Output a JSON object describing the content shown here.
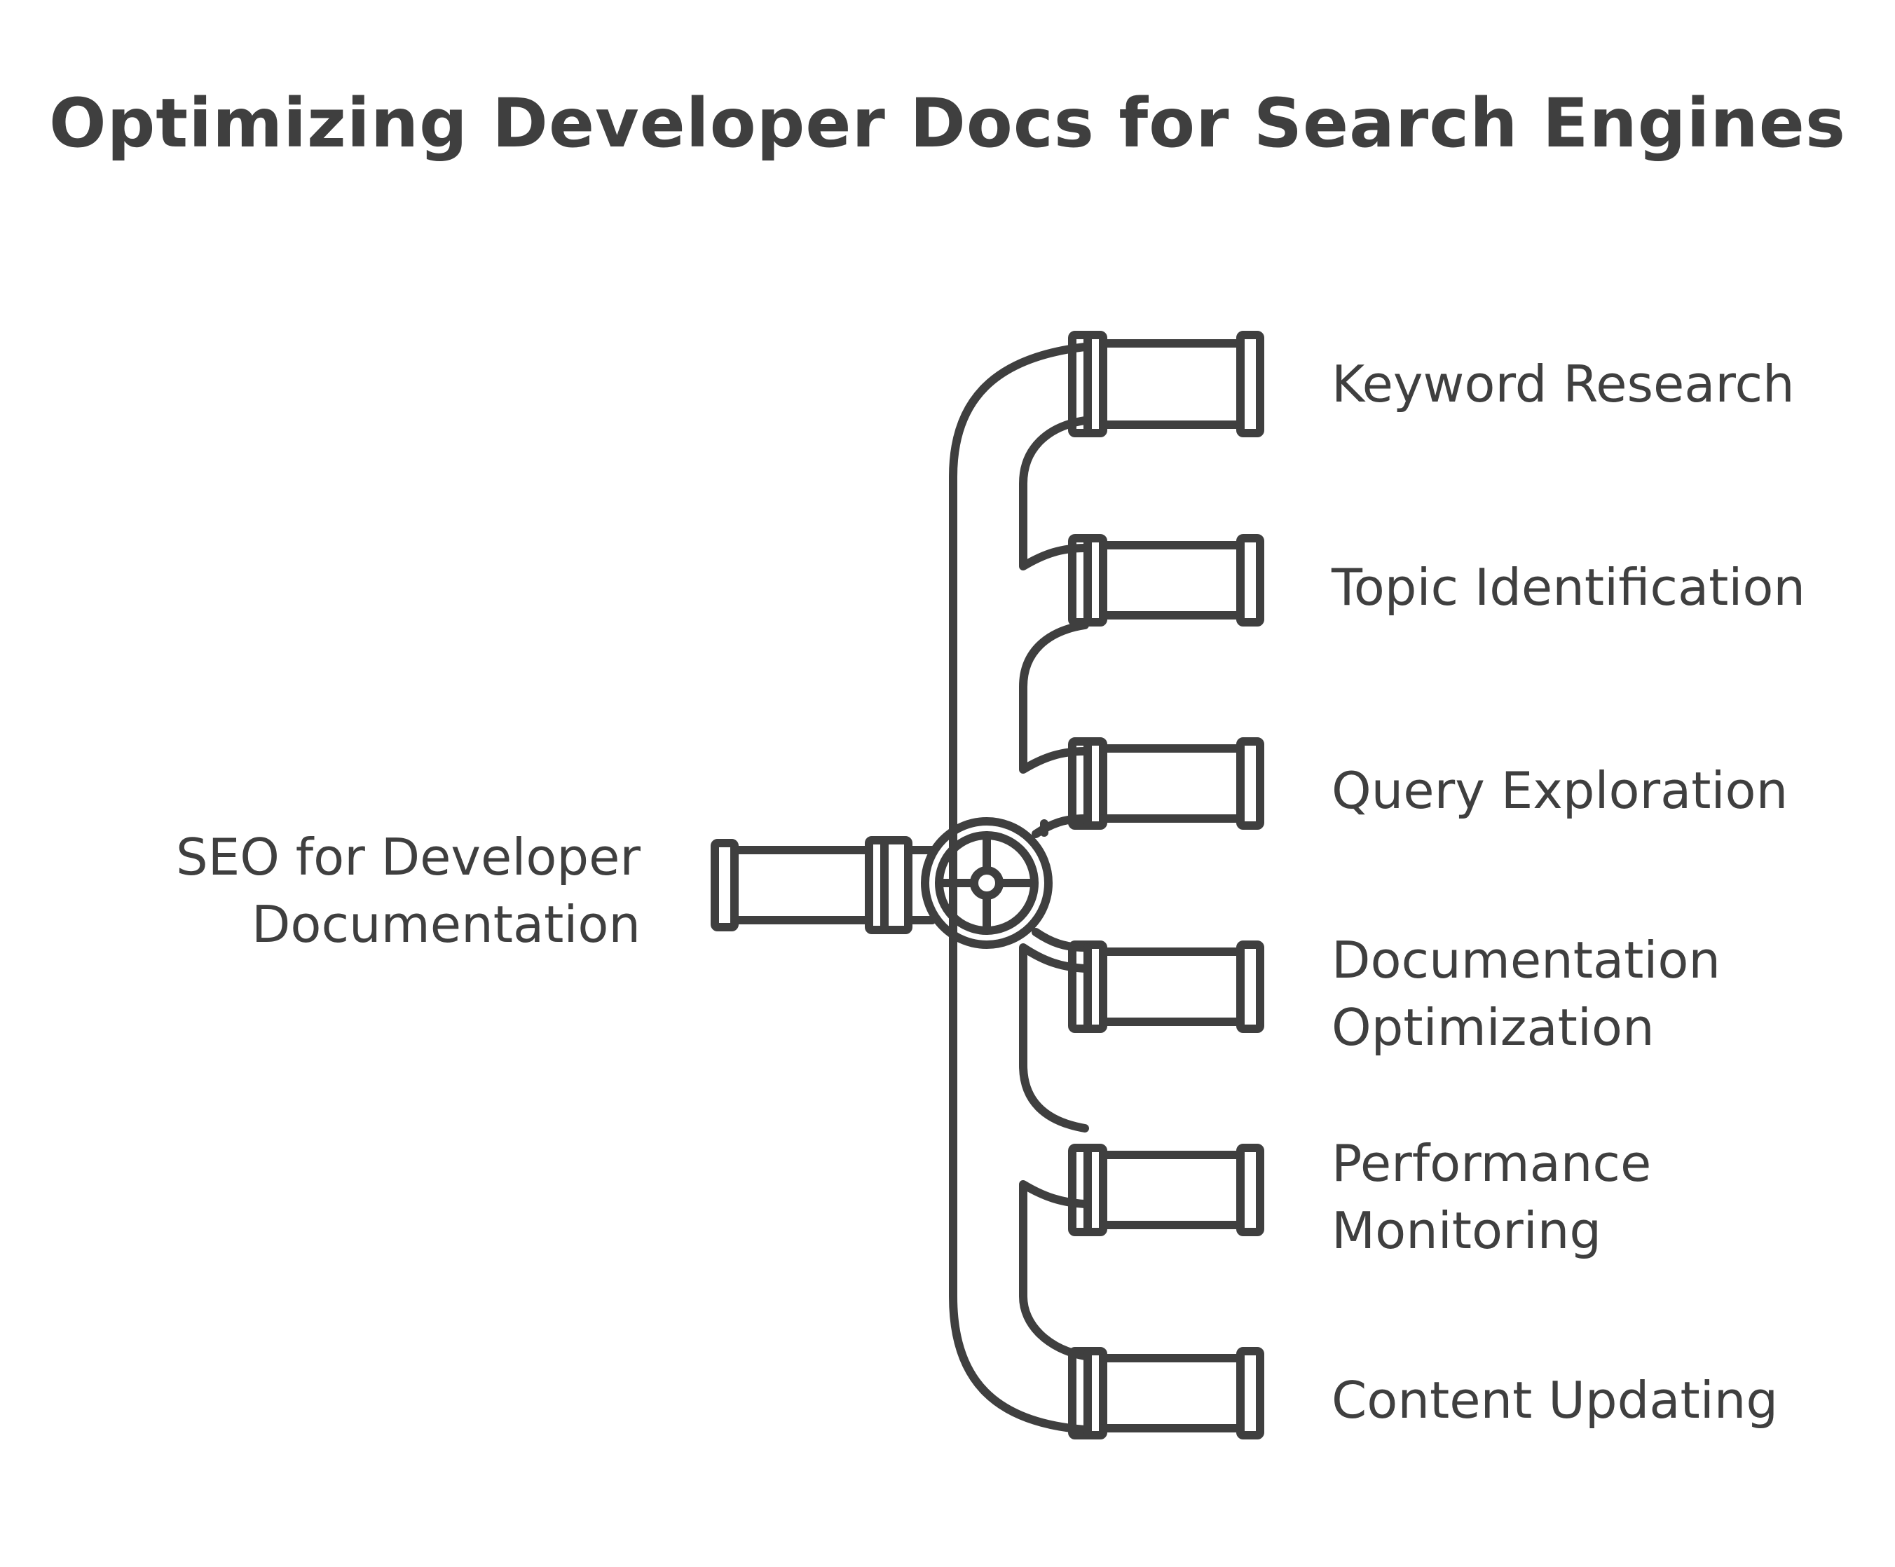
{
  "title": "Optimizing Developer Docs for Search Engines",
  "source": {
    "lines": [
      "SEO for Developer",
      "Documentation"
    ]
  },
  "branches": [
    {
      "lines": [
        "Keyword Research"
      ]
    },
    {
      "lines": [
        "Topic Identification"
      ]
    },
    {
      "lines": [
        "Query Exploration"
      ]
    },
    {
      "lines": [
        "Documentation",
        "Optimization"
      ]
    },
    {
      "lines": [
        "Performance",
        "Monitoring"
      ]
    },
    {
      "lines": [
        "Content Updating"
      ]
    }
  ],
  "colors": {
    "stroke": "#3f3f3f",
    "background": "#ffffff"
  }
}
